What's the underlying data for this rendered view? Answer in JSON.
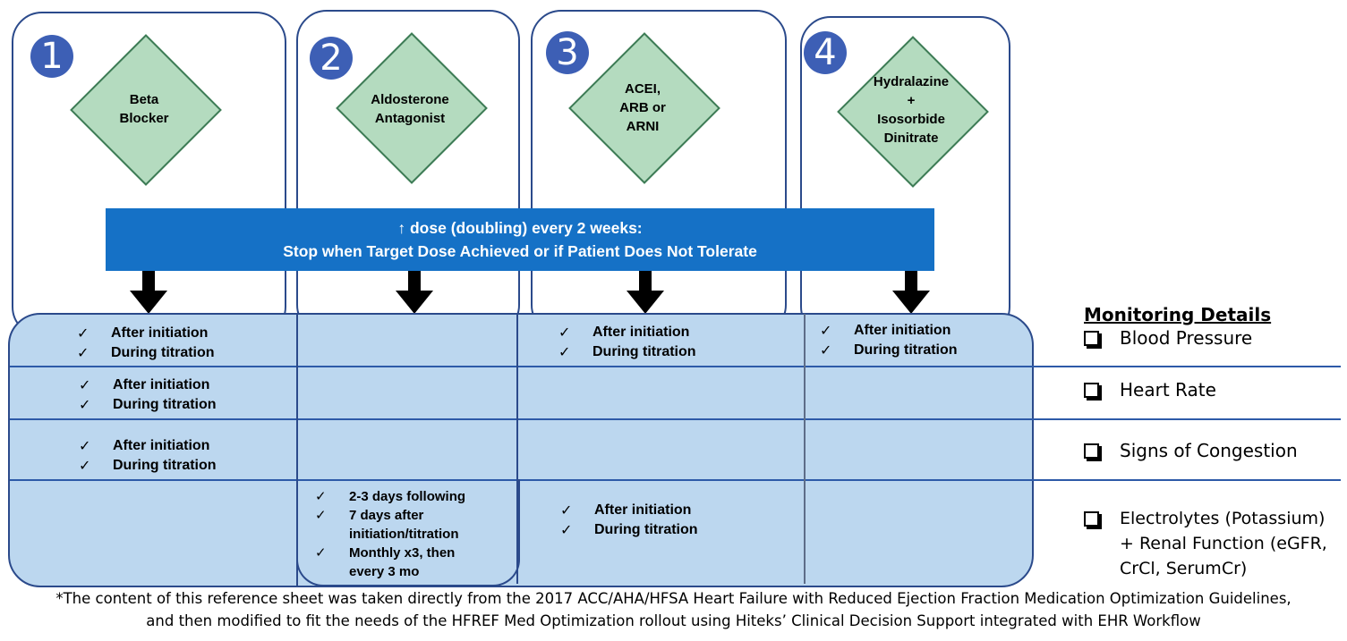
{
  "steps": [
    {
      "number": "1",
      "drug": "Beta\nBlocker"
    },
    {
      "number": "2",
      "drug": "Aldosterone\nAntagonist"
    },
    {
      "number": "3",
      "drug": "ACEI,\nARB or\nARNI"
    },
    {
      "number": "4",
      "drug": "Hydralazine\n+\nIsosorbide\nDinitrate"
    }
  ],
  "banner": {
    "arrow_symbol": "↑",
    "line1": "dose (doubling) every 2 weeks:",
    "line2": "Stop when Target Dose Achieved or if Patient Does Not Tolerate"
  },
  "check_symbol": "✓",
  "checks": {
    "bp_step1": [
      "After initiation",
      "During titration"
    ],
    "bp_step3": [
      "After initiation",
      "During titration"
    ],
    "bp_step4": [
      "After initiation",
      "During titration"
    ],
    "hr_step1": [
      "After initiation",
      "During titration"
    ],
    "cong_step1": [
      "After initiation",
      "During titration"
    ],
    "lytes_step2": [
      "2-3 days following",
      "7 days after\ninitiation/titration",
      "Monthly x3, then\nevery 3 mo"
    ],
    "lytes_step3": [
      "After initiation",
      "During titration"
    ]
  },
  "monitoring": {
    "title": "Monitoring Details",
    "items": [
      "Blood Pressure",
      "Heart Rate",
      "Signs of Congestion",
      "Electrolytes (Potassium)\n+ Renal Function (eGFR,\nCrCl, SerumCr)"
    ]
  },
  "footnote": {
    "line1": "*The content of this reference sheet was taken directly from the 2017 ACC/AHA/HFSA Heart Failure with Reduced Ejection Fraction Medication Optimization Guidelines,",
    "line2": "and then modified to fit the needs of the HFREF Med Optimization rollout using Hiteks’ Clinical Decision Support integrated with EHR Workflow"
  },
  "colors": {
    "step_circle": "#3d5fb5",
    "diamond_fill": "#b4dbbf",
    "banner_fill": "#1571c6",
    "panel_fill": "#bcd7ef"
  }
}
